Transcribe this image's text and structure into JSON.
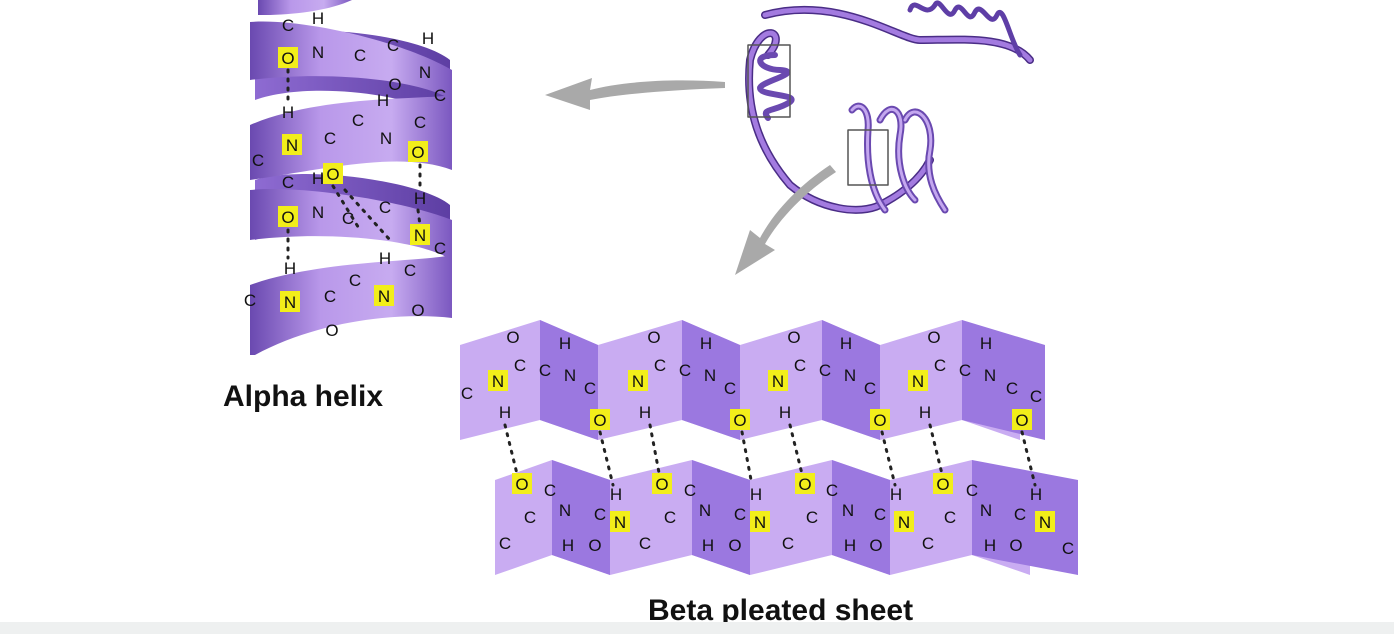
{
  "captions": {
    "alpha_helix": "Alpha helix",
    "beta_sheet": "Beta pleated sheet"
  },
  "colors": {
    "ribbon_light": "#c4a7ef",
    "ribbon_mid": "#a07ddc",
    "ribbon_dark": "#6a49b0",
    "sheet_light": "#c9acf2",
    "sheet_dark": "#9b78e0",
    "highlight": "#f2ee1a",
    "arrow": "#a9a9a9"
  },
  "helix_atoms": [
    {
      "t": "C"
    },
    {
      "t": "H"
    },
    {
      "t": "O",
      "hl": true
    },
    {
      "t": "N"
    },
    {
      "t": "C"
    },
    {
      "t": "C"
    },
    {
      "t": "H"
    },
    {
      "t": "O"
    },
    {
      "t": "N"
    },
    {
      "t": "C"
    },
    {
      "t": "H"
    },
    {
      "t": "H"
    },
    {
      "t": "C"
    },
    {
      "t": "N",
      "hl": true
    },
    {
      "t": "C"
    },
    {
      "t": "N"
    },
    {
      "t": "C"
    },
    {
      "t": "O",
      "hl": true
    },
    {
      "t": "O",
      "hl": true
    },
    {
      "t": "C"
    },
    {
      "t": "C"
    },
    {
      "t": "H"
    },
    {
      "t": "O",
      "hl": true
    },
    {
      "t": "N"
    },
    {
      "t": "C"
    },
    {
      "t": "C"
    },
    {
      "t": "H"
    },
    {
      "t": "N",
      "hl": true
    },
    {
      "t": "C"
    },
    {
      "t": "H"
    },
    {
      "t": "H"
    },
    {
      "t": "C"
    },
    {
      "t": "N",
      "hl": true
    },
    {
      "t": "N",
      "hl": true
    },
    {
      "t": "C"
    },
    {
      "t": "C"
    },
    {
      "t": "O"
    },
    {
      "t": "O"
    },
    {
      "t": "C"
    }
  ],
  "beta_top_atoms": [
    {
      "t": "C"
    },
    {
      "t": "N",
      "hl": true
    },
    {
      "t": "H"
    },
    {
      "t": "C"
    },
    {
      "t": "O"
    },
    {
      "t": "C"
    },
    {
      "t": "H"
    },
    {
      "t": "N"
    },
    {
      "t": "C"
    },
    {
      "t": "O",
      "hl": true
    },
    {
      "t": "N",
      "hl": true
    },
    {
      "t": "H"
    },
    {
      "t": "C"
    },
    {
      "t": "O"
    },
    {
      "t": "C"
    },
    {
      "t": "H"
    },
    {
      "t": "N"
    },
    {
      "t": "C"
    },
    {
      "t": "O",
      "hl": true
    },
    {
      "t": "N",
      "hl": true
    },
    {
      "t": "H"
    },
    {
      "t": "C"
    },
    {
      "t": "O"
    },
    {
      "t": "C"
    },
    {
      "t": "H"
    },
    {
      "t": "N"
    },
    {
      "t": "C"
    },
    {
      "t": "O",
      "hl": true
    },
    {
      "t": "N",
      "hl": true
    },
    {
      "t": "H"
    },
    {
      "t": "C"
    },
    {
      "t": "O"
    },
    {
      "t": "C"
    },
    {
      "t": "H"
    },
    {
      "t": "N"
    },
    {
      "t": "C"
    },
    {
      "t": "O",
      "hl": true
    },
    {
      "t": "C"
    }
  ],
  "beta_bottom_atoms": [
    {
      "t": "O",
      "hl": true
    },
    {
      "t": "C"
    },
    {
      "t": "C"
    },
    {
      "t": "C"
    },
    {
      "t": "N"
    },
    {
      "t": "H"
    },
    {
      "t": "H"
    },
    {
      "t": "C"
    },
    {
      "t": "O"
    },
    {
      "t": "N",
      "hl": true
    },
    {
      "t": "O",
      "hl": true
    },
    {
      "t": "C"
    },
    {
      "t": "C"
    },
    {
      "t": "C"
    },
    {
      "t": "N"
    },
    {
      "t": "H"
    },
    {
      "t": "H"
    },
    {
      "t": "C"
    },
    {
      "t": "O"
    },
    {
      "t": "N",
      "hl": true
    },
    {
      "t": "O",
      "hl": true
    },
    {
      "t": "C"
    },
    {
      "t": "C"
    },
    {
      "t": "C"
    },
    {
      "t": "N"
    },
    {
      "t": "H"
    },
    {
      "t": "H"
    },
    {
      "t": "C"
    },
    {
      "t": "O"
    },
    {
      "t": "N",
      "hl": true
    },
    {
      "t": "O",
      "hl": true
    },
    {
      "t": "C"
    },
    {
      "t": "C"
    },
    {
      "t": "C"
    },
    {
      "t": "N"
    },
    {
      "t": "H"
    },
    {
      "t": "H"
    },
    {
      "t": "C"
    },
    {
      "t": "O"
    },
    {
      "t": "N",
      "hl": true
    },
    {
      "t": "C"
    }
  ]
}
